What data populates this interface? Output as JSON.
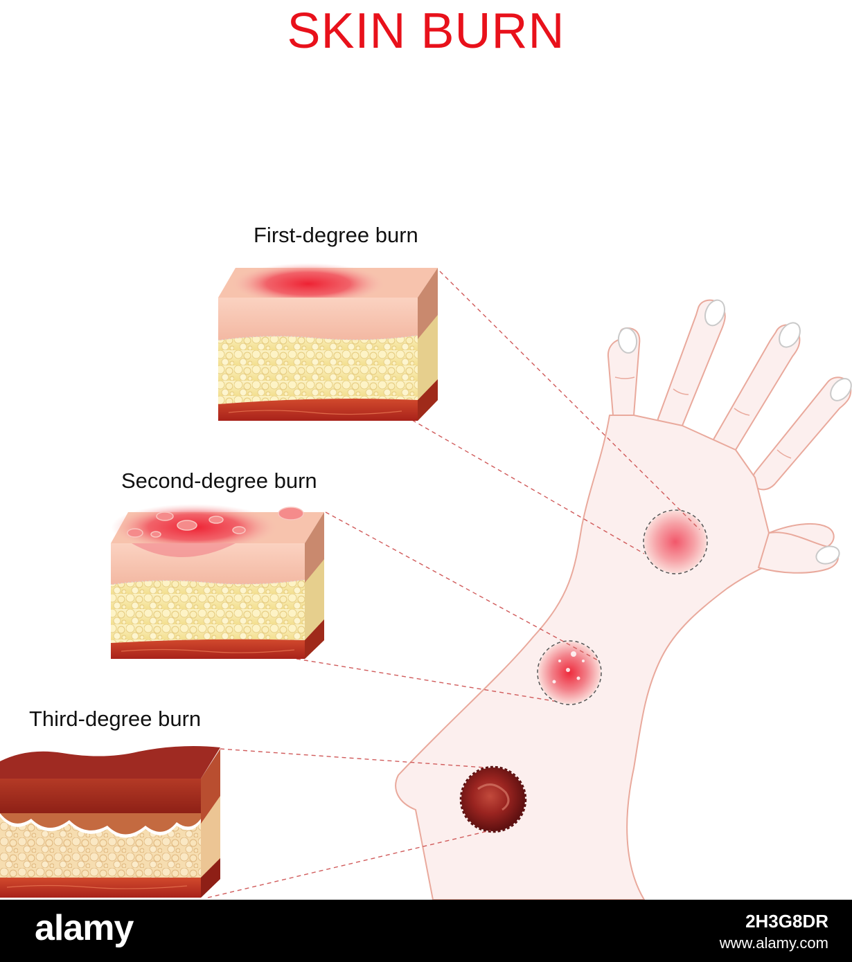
{
  "title": "SKIN BURN",
  "colors": {
    "title": "#e8111b",
    "skin": "#f5c6b5",
    "fat": "#f7eaa8",
    "muscle": "#c3321f",
    "burn": "#e8142a",
    "eschar": "#8e1f1d",
    "hand": "#fcefee",
    "hand_outline": "#e9a99c"
  },
  "burns": [
    {
      "label": "First-degree burn"
    },
    {
      "label": "Second-degree burn"
    },
    {
      "label": "Third-degree burn"
    }
  ],
  "footer": {
    "logo": "alamy",
    "image_id": "2H3G8DR",
    "site": "www.alamy.com"
  }
}
